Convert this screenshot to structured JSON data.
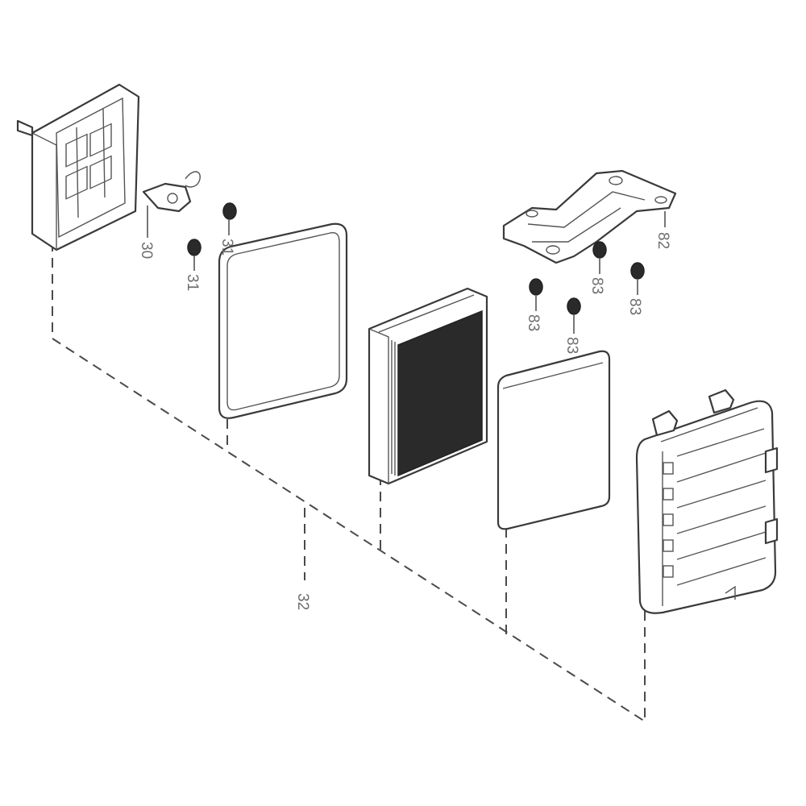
{
  "labels": {
    "part_30": "30",
    "part_31_a": "31",
    "part_31_b": "31",
    "part_32": "32",
    "part_82": "82",
    "part_83_a": "83",
    "part_83_b": "83",
    "part_83_c": "83",
    "part_83_d": "83"
  }
}
